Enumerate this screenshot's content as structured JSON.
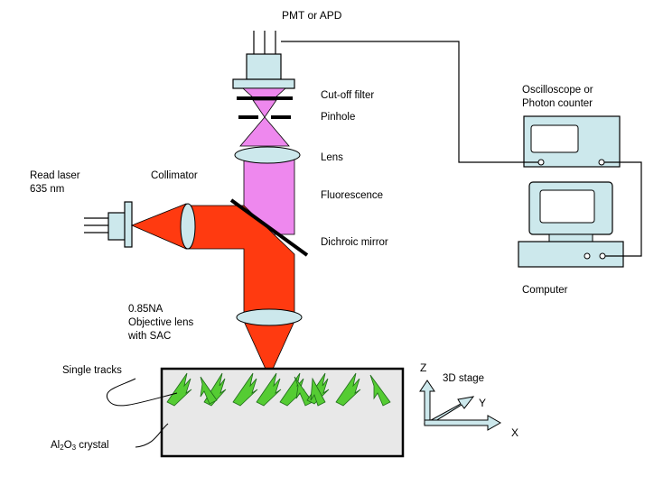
{
  "labels": {
    "detector": "PMT or APD",
    "cutoff_filter": "Cut-off filter",
    "pinhole": "Pinhole",
    "lens": "Lens",
    "fluorescence": "Fluorescence",
    "dichroic": "Dichroic mirror",
    "collimator": "Collimator",
    "read_laser_line1": "Read laser",
    "read_laser_line2": "635 nm",
    "objective_line1": "0.85NA",
    "objective_line2": "Objective lens",
    "objective_line3": "with SAC",
    "single_tracks": "Single tracks",
    "crystal_prefix": "Al",
    "crystal_sub1": "2",
    "crystal_mid": "O",
    "crystal_sub2": "3",
    "crystal_suffix": " crystal",
    "stage": "3D stage",
    "axis_x": "X",
    "axis_y": "Y",
    "axis_z": "Z",
    "oscilloscope_line1": "Oscilloscope or",
    "oscilloscope_line2": "Photon counter",
    "computer": "Computer"
  },
  "colors": {
    "equipment_fill": "#cce8ec",
    "fluorescence": "#ee88ee",
    "laser": "#ff3a10",
    "crystal": "#e8e8e8",
    "tracks": "#55cc33",
    "stage_axes": "#cce8ec"
  }
}
